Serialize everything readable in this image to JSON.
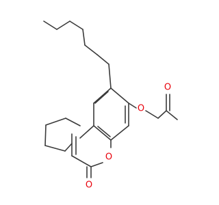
{
  "molecule": {
    "colors": {
      "bond": "#3a3a3a",
      "oxygen": "#e8000b",
      "background": "#ffffff"
    },
    "atom_labels": {
      "ether_o": "O",
      "ring_o": "O",
      "carbonyl_o_ring": "O",
      "carbonyl_o_ketone": "O"
    }
  }
}
